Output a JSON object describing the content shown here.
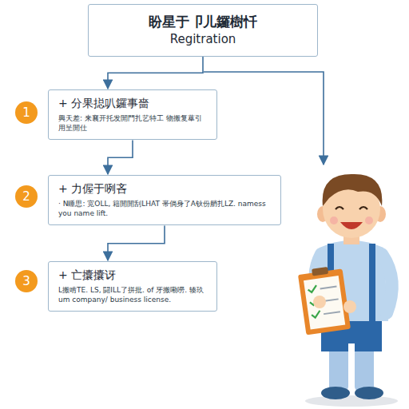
{
  "diagram": {
    "nodes": [
      {
        "text": [
          "盼星于卩儿鑼樹忏",
          "Regitration"
        ]
      },
      {
        "text": [
          "+ 分果搃叭鑼事嗇",
          "興天差: 来襄开托发開門扎艺特工 物搬复蕐引用呈開仕"
        ]
      },
      {
        "text": [
          "+ 力偓于咧吝",
          "· N睡思: 宽OLL, 籍開開刮LHAT 帯倘身了A钬份艄扎LZ. namess you name lift."
        ]
      },
      {
        "text": [
          "+ 亡攮攮讶",
          "L搬啃TE. LS, 闘ILL了拼批. of 牙搬嘞嘮. 辏玖 um company/ business license."
        ]
      }
    ],
    "edges": [
      {
        "from": 0,
        "to": 1,
        "arrow": "to"
      },
      {
        "from": 1,
        "to": 2,
        "arrow": "to"
      },
      {
        "from": 2,
        "to": 3,
        "arrow": "to"
      }
    ],
    "labels": [
      "1",
      "2",
      "3"
    ]
  }
}
